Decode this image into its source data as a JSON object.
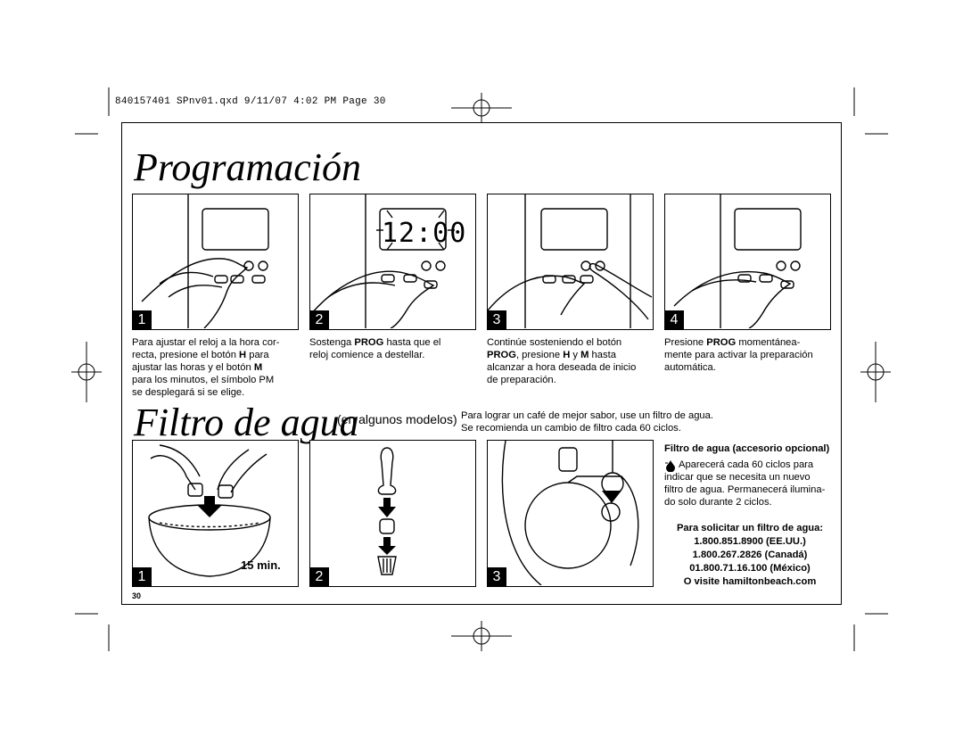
{
  "slug": "840157401 SPnv01.qxd  9/11/07  4:02 PM  Page 30",
  "section1": {
    "title": "Programación",
    "steps": [
      {
        "num": "1",
        "parts": [
          "Para ajustar el reloj a la hora cor-\nrecta, presione el botón ",
          "H",
          " para\najustar las horas y el botón ",
          "M",
          "\npara los minutos, el símbolo PM\nse desplegará si se elige."
        ]
      },
      {
        "num": "2",
        "parts": [
          "Sostenga ",
          "PROG",
          " hasta que el\nreloj comience a destellar."
        ]
      },
      {
        "num": "3",
        "parts": [
          "Continúe sosteniendo el botón\n",
          "PROG",
          ", presione ",
          "H",
          " y ",
          "M",
          " hasta\nalcanzar a hora deseada de inicio\nde preparación."
        ]
      },
      {
        "num": "4",
        "parts": [
          "Presione ",
          "PROG",
          " momentánea-\nmente para activar la preparación\nautomática."
        ]
      }
    ],
    "display_time": "12:00"
  },
  "section2": {
    "title": "Filtro de agua",
    "subtitle": "(en algunos modelos)",
    "intro": "Para lograr un café de mejor sabor, use un filtro de agua.\nSe recomienda un cambio de filtro cada 60 ciclos.",
    "steps": [
      {
        "num": "1",
        "caption": "15 min."
      },
      {
        "num": "2"
      },
      {
        "num": "3"
      }
    ],
    "accessory_heading": "Filtro de agua (accesorio opcional)",
    "accessory_text": "Aparecerá cada 60 ciclos para\nindicar que se necesita un nuevo\nfiltro de agua. Permanecerá ilumina-\ndo solo durante 2 ciclos.",
    "order_heading": "Para solicitar un filtro de agua:",
    "phones": [
      "1.800.851.8900 (EE.UU.)",
      "1.800.267.2826 (Canadá)",
      "01.800.71.16.100 (México)"
    ],
    "website": "O visite hamiltonbeach.com",
    "icon": "water-drop-icon"
  },
  "page_number": "30"
}
